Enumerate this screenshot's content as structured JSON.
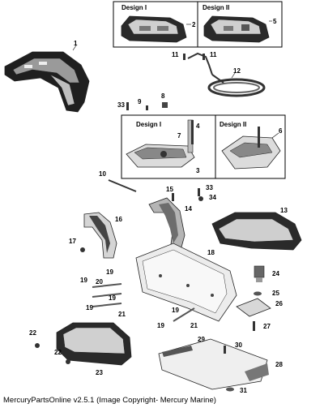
{
  "boxes": {
    "top_left_title": "Design I",
    "top_right_title": "Design II",
    "mid_left_title": "Design I",
    "mid_right_title": "Design II"
  },
  "callouts": {
    "c1": "1",
    "c2": "2",
    "c3": "3",
    "c4": "4",
    "c5": "5",
    "c6": "6",
    "c7": "7",
    "c8": "8",
    "c9": "9",
    "c10": "10",
    "c11a": "11",
    "c11b": "11",
    "c12": "12",
    "c13": "13",
    "c14": "14",
    "c15": "15",
    "c16": "16",
    "c17": "17",
    "c18": "18",
    "c19a": "19",
    "c19b": "19",
    "c19c": "19",
    "c19d": "19",
    "c19e": "19",
    "c19f": "19",
    "c20": "20",
    "c21a": "21",
    "c21b": "21",
    "c22a": "22",
    "c22b": "22",
    "c23": "23",
    "c24": "24",
    "c25": "25",
    "c26": "26",
    "c27": "27",
    "c28": "28",
    "c29": "29",
    "c30": "30",
    "c31": "31",
    "c33a": "33",
    "c33b": "33",
    "c34": "34"
  },
  "footer": "MercuryPartsOnline v2.5.1 (Image Copyright- Mercury Marine)"
}
